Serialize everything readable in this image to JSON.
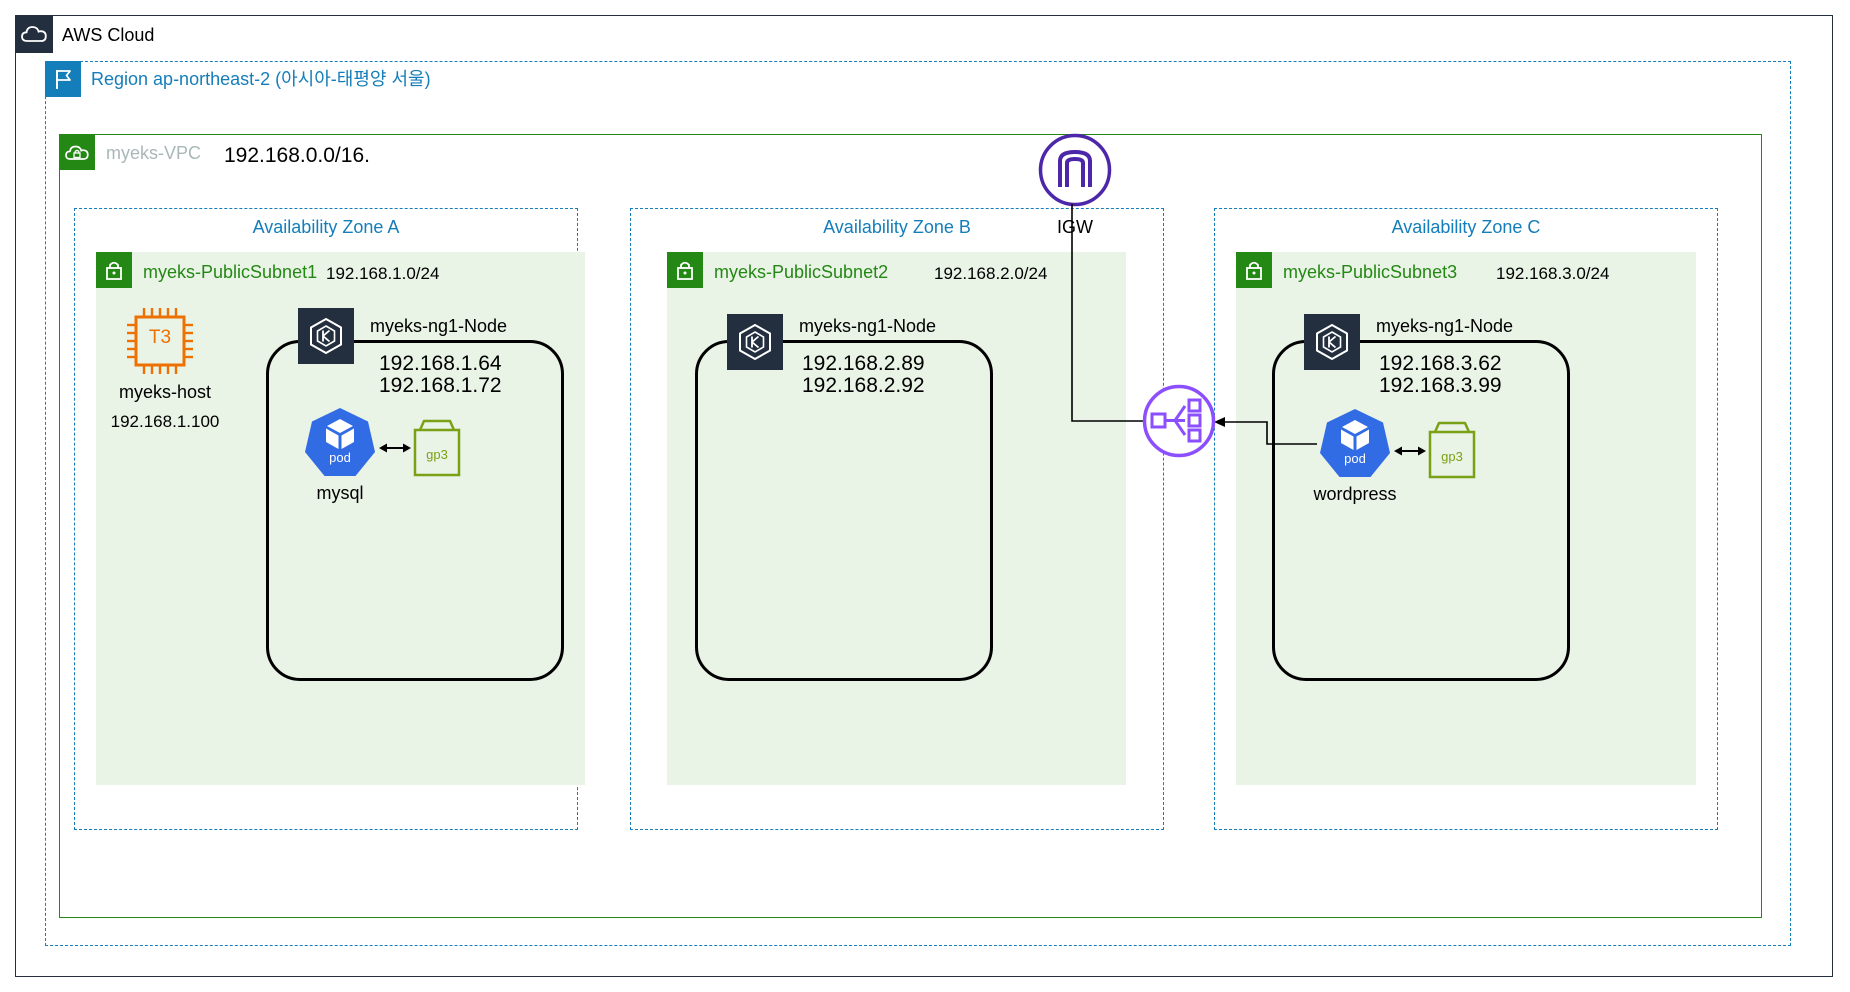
{
  "cloud": {
    "label": "AWS Cloud"
  },
  "region": {
    "label": "Region ap-northeast-2 (아시아-태평양 서울)"
  },
  "vpc": {
    "label": "myeks-VPC",
    "cidr": "192.168.0.0/16."
  },
  "igw": {
    "label": "IGW"
  },
  "zones": [
    {
      "label": "Availability Zone A",
      "subnet": {
        "name": "myeks-PublicSubnet1",
        "cidr": "192.168.1.0/24"
      },
      "host": {
        "instance_type": "T3",
        "name": "myeks-host",
        "ip": "192.168.1.100"
      },
      "node": {
        "name": "myeks-ng1-Node",
        "ips": "192.168.1.64\n192.168.1.72"
      },
      "pod": {
        "icon_label": "pod",
        "name": "mysql",
        "volume": "gp3"
      }
    },
    {
      "label": "Availability Zone B",
      "subnet": {
        "name": "myeks-PublicSubnet2",
        "cidr": "192.168.2.0/24"
      },
      "node": {
        "name": "myeks-ng1-Node",
        "ips": "192.168.2.89\n192.168.2.92"
      }
    },
    {
      "label": "Availability Zone C",
      "subnet": {
        "name": "myeks-PublicSubnet3",
        "cidr": "192.168.3.0/24"
      },
      "node": {
        "name": "myeks-ng1-Node",
        "ips": "192.168.3.62\n192.168.3.99"
      },
      "pod": {
        "icon_label": "pod",
        "name": "wordpress",
        "volume": "gp3"
      }
    }
  ],
  "colors": {
    "aws_dark": "#232f3e",
    "region_blue": "#147eba",
    "vpc_green": "#248814",
    "subnet_fill": "#e9f3e6",
    "ec2_orange": "#ed7100",
    "igw_purple": "#4d27aa",
    "elb_purple": "#8c4fff",
    "k8s_blue": "#326ce5",
    "ebs_green": "#7aa116"
  }
}
